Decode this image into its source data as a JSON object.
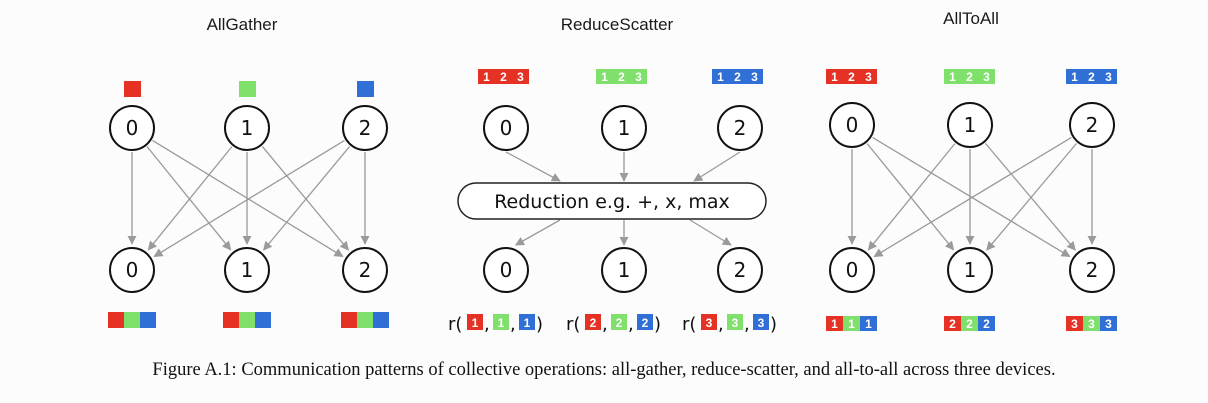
{
  "panels": {
    "allgather": {
      "title": "AllGather",
      "top_nodes": [
        "0",
        "1",
        "2"
      ],
      "bottom_nodes": [
        "0",
        "1",
        "2"
      ]
    },
    "reducescatter": {
      "title": "ReduceScatter",
      "top_chips": [
        [
          "1",
          "2",
          "3"
        ],
        [
          "1",
          "2",
          "3"
        ],
        [
          "1",
          "2",
          "3"
        ]
      ],
      "top_nodes": [
        "0",
        "1",
        "2"
      ],
      "reduction_label": "Reduction e.g. +, x, max",
      "bottom_nodes": [
        "0",
        "1",
        "2"
      ],
      "result_prefix": "r(",
      "result_suffix": ")",
      "result_separator": ",",
      "results": [
        [
          "1",
          "1",
          "1"
        ],
        [
          "2",
          "2",
          "2"
        ],
        [
          "3",
          "3",
          "3"
        ]
      ]
    },
    "alltoall": {
      "title": "AllToAll",
      "top_chips": [
        [
          "1",
          "2",
          "3"
        ],
        [
          "1",
          "2",
          "3"
        ],
        [
          "1",
          "2",
          "3"
        ]
      ],
      "top_nodes": [
        "0",
        "1",
        "2"
      ],
      "bottom_nodes": [
        "0",
        "1",
        "2"
      ],
      "bottom_chips": [
        [
          "1",
          "1",
          "1"
        ],
        [
          "2",
          "2",
          "2"
        ],
        [
          "3",
          "3",
          "3"
        ]
      ]
    }
  },
  "colors": {
    "red": "#e53224",
    "green": "#7fe06b",
    "blue": "#2f6fd6",
    "arrow": "#9a9a9a"
  },
  "caption": "Figure A.1: Communication patterns of collective operations: all-gather, reduce-scatter, and all-to-all across three devices."
}
